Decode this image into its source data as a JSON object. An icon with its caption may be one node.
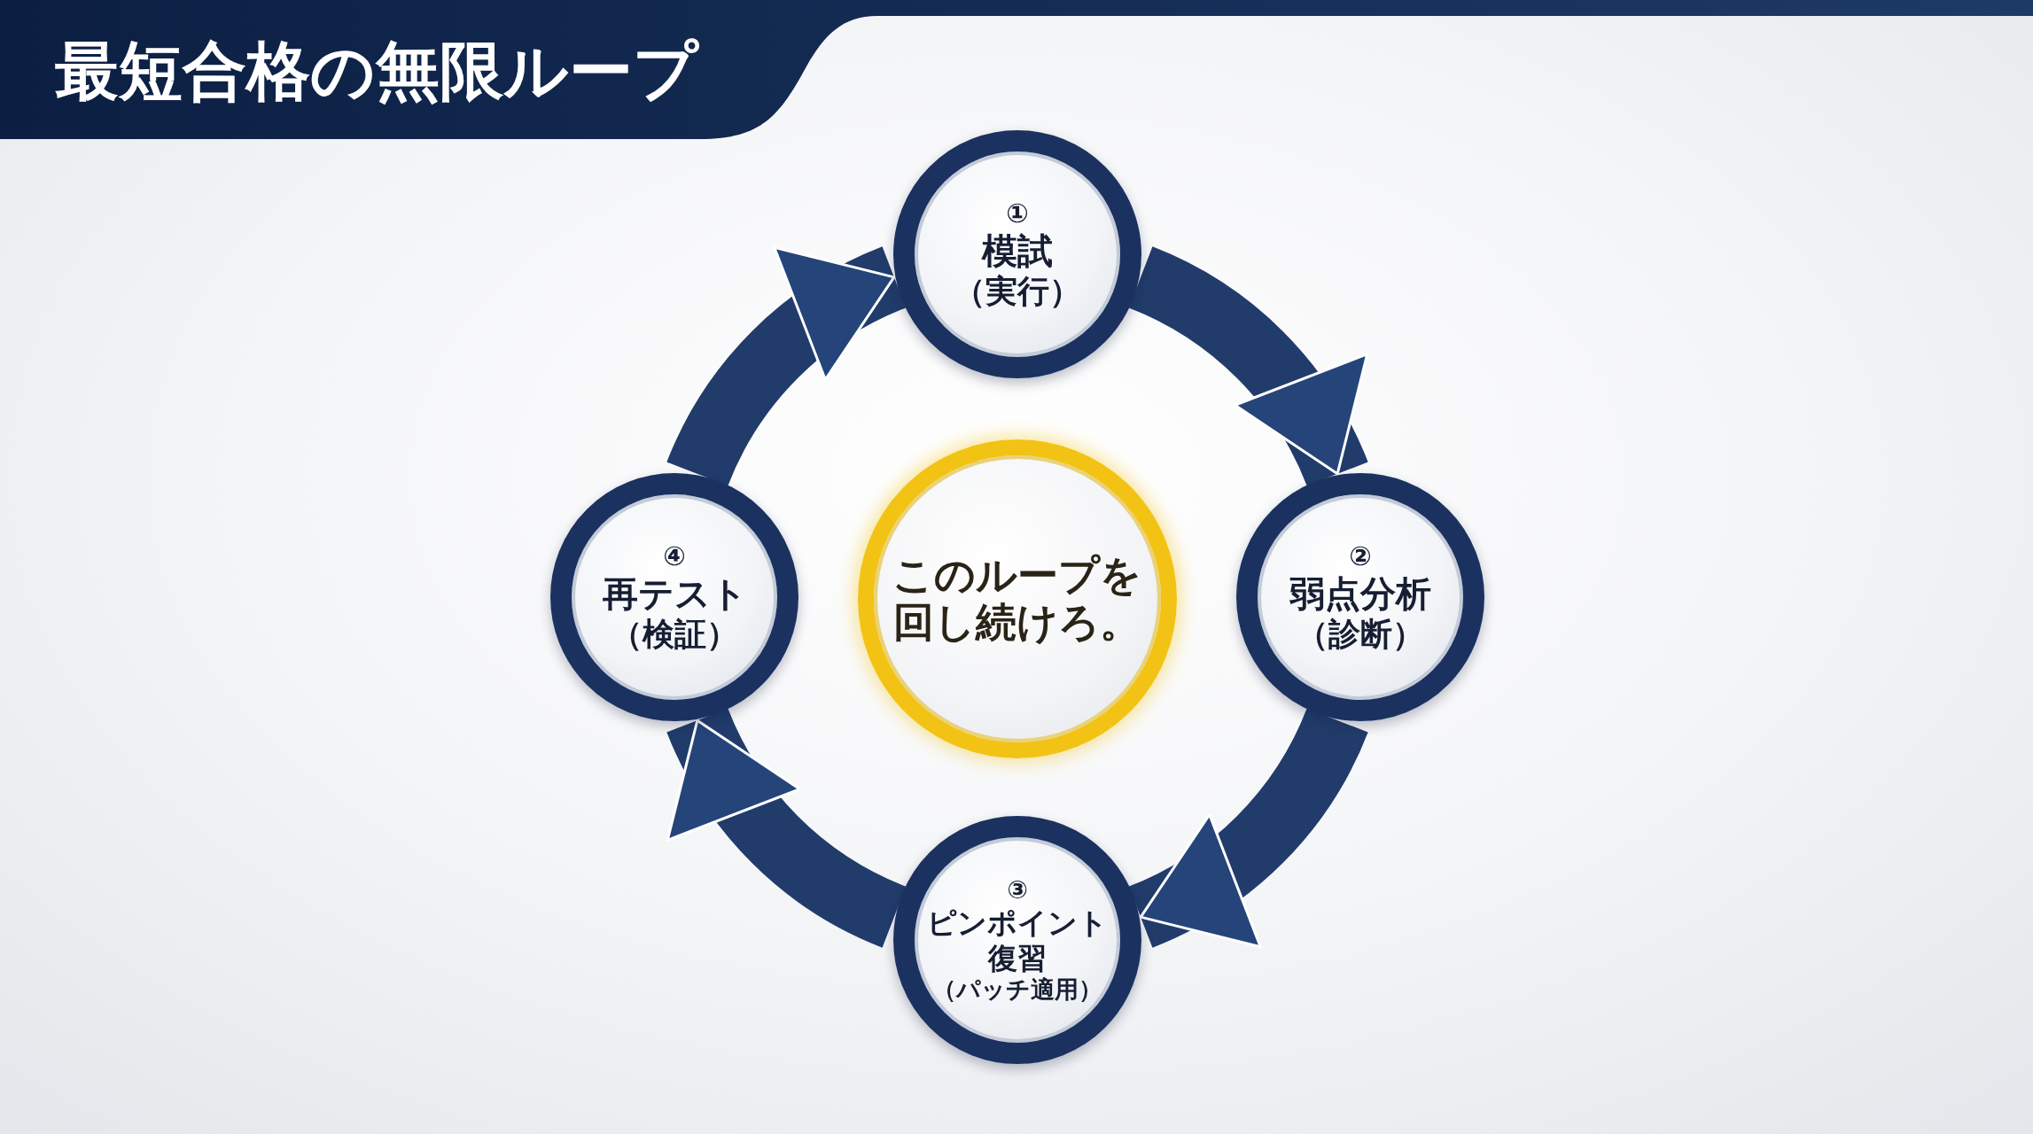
{
  "diagram": {
    "title": "最短合格の無限ループ",
    "nodes": [
      {
        "text": [
          "①",
          "模試",
          "（実行）"
        ]
      },
      {
        "text": [
          "②",
          "弱点分析",
          "（診断）"
        ]
      },
      {
        "text": [
          "③",
          "ピンポイント復習",
          "（パッチ適用）"
        ]
      },
      {
        "text": [
          "④",
          "再テスト",
          "（検証）"
        ]
      },
      {
        "text": [
          "このループを回し続けろ。"
        ]
      }
    ],
    "edges": [
      {
        "from": 0,
        "to": 1,
        "arrow": "to"
      },
      {
        "from": 1,
        "to": 2,
        "arrow": "to"
      },
      {
        "from": 2,
        "to": 3,
        "arrow": "to"
      },
      {
        "from": 3,
        "to": 0,
        "arrow": "to"
      }
    ]
  }
}
